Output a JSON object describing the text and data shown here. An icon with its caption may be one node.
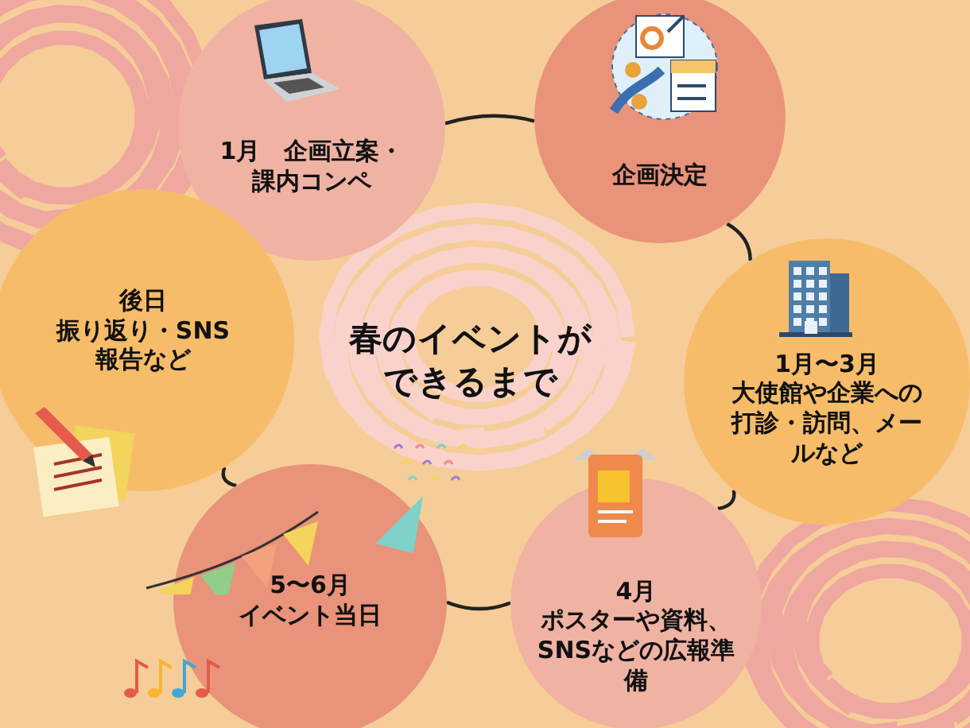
{
  "diagram": {
    "title": "春のイベントができるまで",
    "nodes": [
      {
        "text": [
          "1月　企画立案・課内コンペ"
        ]
      },
      {
        "text": [
          "企画決定"
        ]
      },
      {
        "text": [
          "1月〜3月",
          "大使館や企業への打診・訪問、メールなど"
        ]
      },
      {
        "text": [
          "4月",
          "ポスターや資料、SNSなどの広報準備"
        ]
      },
      {
        "text": [
          "5〜6月",
          "イベント当日"
        ]
      },
      {
        "text": [
          "後日",
          "振り返り・SNS報告など"
        ]
      }
    ],
    "edges": [
      {
        "from": 0,
        "to": 1,
        "arrow": "none"
      },
      {
        "from": 1,
        "to": 2,
        "arrow": "none"
      },
      {
        "from": 2,
        "to": 3,
        "arrow": "none"
      },
      {
        "from": 3,
        "to": 4,
        "arrow": "none"
      },
      {
        "from": 4,
        "to": 5,
        "arrow": "none"
      }
    ]
  }
}
